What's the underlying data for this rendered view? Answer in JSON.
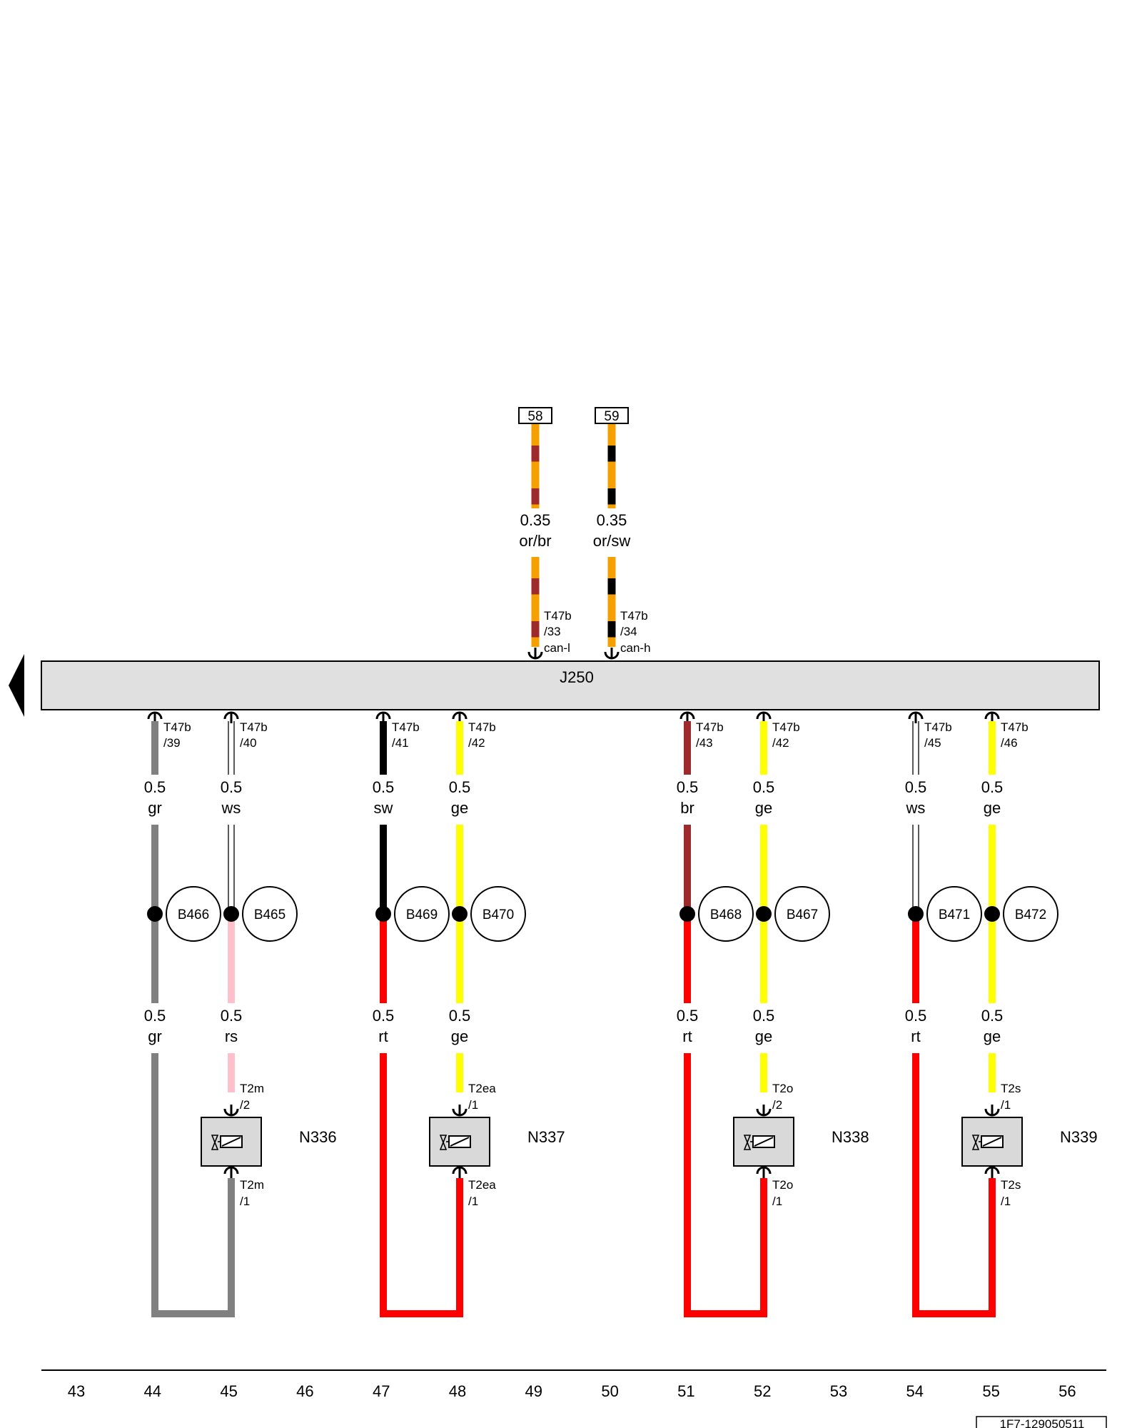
{
  "colors": {
    "or": "#f5a000",
    "br": "#9e2a2b",
    "sw": "#000000",
    "gr": "#808080",
    "ws": "#ffffff",
    "rs": "#ffc0cb",
    "ge": "#ffff00",
    "rt": "#ff0000",
    "module_fill": "#e0e0e0",
    "solenoid_fill": "#d9d9d9"
  },
  "module": {
    "label": "J250"
  },
  "bus": [
    {
      "ref": "58",
      "size": "0.35",
      "color": "or/br",
      "pin_conn": "T47b",
      "pin_num": "/33",
      "pin_sig": "can-l",
      "c1": "or",
      "c2": "br"
    },
    {
      "ref": "59",
      "size": "0.35",
      "color": "or/sw",
      "pin_conn": "T47b",
      "pin_num": "/34",
      "pin_sig": "can-h",
      "c1": "or",
      "c2": "sw"
    }
  ],
  "channels": [
    {
      "left": {
        "pin_conn": "T47b",
        "pin_num": "/39",
        "size_top": "0.5",
        "color_top": "gr",
        "splice": "B466",
        "size_bot": "0.5",
        "color_bot": "gr"
      },
      "right": {
        "pin_conn": "T47b",
        "pin_num": "/40",
        "size_top": "0.5",
        "color_top": "ws",
        "splice": "B465",
        "size_bot": "0.5",
        "color_bot": "rs"
      },
      "solenoid": {
        "label": "N336",
        "top_conn": "T2m",
        "top_num": "/2",
        "bot_conn": "T2m",
        "bot_num": "/1"
      }
    },
    {
      "left": {
        "pin_conn": "T47b",
        "pin_num": "/41",
        "size_top": "0.5",
        "color_top": "sw",
        "splice": "B469",
        "size_bot": "0.5",
        "color_bot": "rt"
      },
      "right": {
        "pin_conn": "T47b",
        "pin_num": "/42",
        "size_top": "0.5",
        "color_top": "ge",
        "splice": "B470",
        "size_bot": "0.5",
        "color_bot": "ge"
      },
      "solenoid": {
        "label": "N337",
        "top_conn": "T2ea",
        "top_num": "/1",
        "bot_conn": "T2ea",
        "bot_num": "/1"
      }
    },
    {
      "left": {
        "pin_conn": "T47b",
        "pin_num": "/43",
        "size_top": "0.5",
        "color_top": "br",
        "splice": "B468",
        "size_bot": "0.5",
        "color_bot": "rt"
      },
      "right": {
        "pin_conn": "T47b",
        "pin_num": "/42",
        "size_top": "0.5",
        "color_top": "ge",
        "splice": "B467",
        "size_bot": "0.5",
        "color_bot": "ge"
      },
      "solenoid": {
        "label": "N338",
        "top_conn": "T2o",
        "top_num": "/2",
        "bot_conn": "T2o",
        "bot_num": "/1"
      }
    },
    {
      "left": {
        "pin_conn": "T47b",
        "pin_num": "/45",
        "size_top": "0.5",
        "color_top": "ws",
        "splice": "B471",
        "size_bot": "0.5",
        "color_bot": "rt"
      },
      "right": {
        "pin_conn": "T47b",
        "pin_num": "/46",
        "size_top": "0.5",
        "color_top": "ge",
        "splice": "B472",
        "size_bot": "0.5",
        "color_bot": "ge"
      },
      "solenoid": {
        "label": "N339",
        "top_conn": "T2s",
        "top_num": "/1",
        "bot_conn": "T2s",
        "bot_num": "/1"
      }
    }
  ],
  "columns": [
    "43",
    "44",
    "45",
    "46",
    "47",
    "48",
    "49",
    "50",
    "51",
    "52",
    "53",
    "54",
    "55",
    "56"
  ],
  "doc_id": "1F7-129050511"
}
